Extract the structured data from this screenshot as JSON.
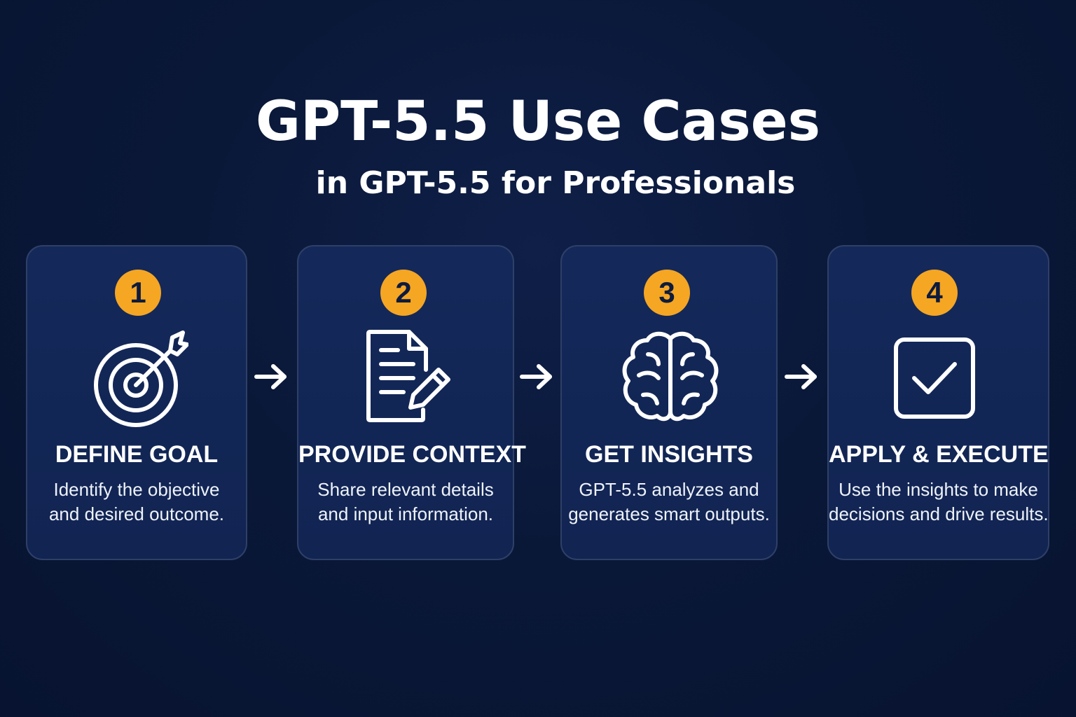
{
  "title": "GPT-5.5 Use Cases",
  "subtitle": "in GPT-5.5 for Professionals",
  "colors": {
    "background": "#0a1838",
    "card": "#13285a",
    "card_border": "#2e4068",
    "badge": "#f5a623",
    "text": "#ffffff"
  },
  "steps": [
    {
      "number": "1",
      "icon": "target-icon",
      "title": "DEFINE GOAL",
      "desc_line1": "Identify the objective",
      "desc_line2": "and desired outcome."
    },
    {
      "number": "2",
      "icon": "document-edit-icon",
      "title": "PROVIDE CONTEXT",
      "desc_line1": "Share relevant details",
      "desc_line2": "and input information."
    },
    {
      "number": "3",
      "icon": "brain-icon",
      "title": "GET INSIGHTS",
      "desc_line1": "GPT-5.5 analyzes and",
      "desc_line2": "generates smart outputs."
    },
    {
      "number": "4",
      "icon": "checkbox-icon",
      "title": "APPLY & EXECUTE",
      "desc_line1": "Use the insights to make",
      "desc_line2": "decisions and drive results."
    }
  ]
}
